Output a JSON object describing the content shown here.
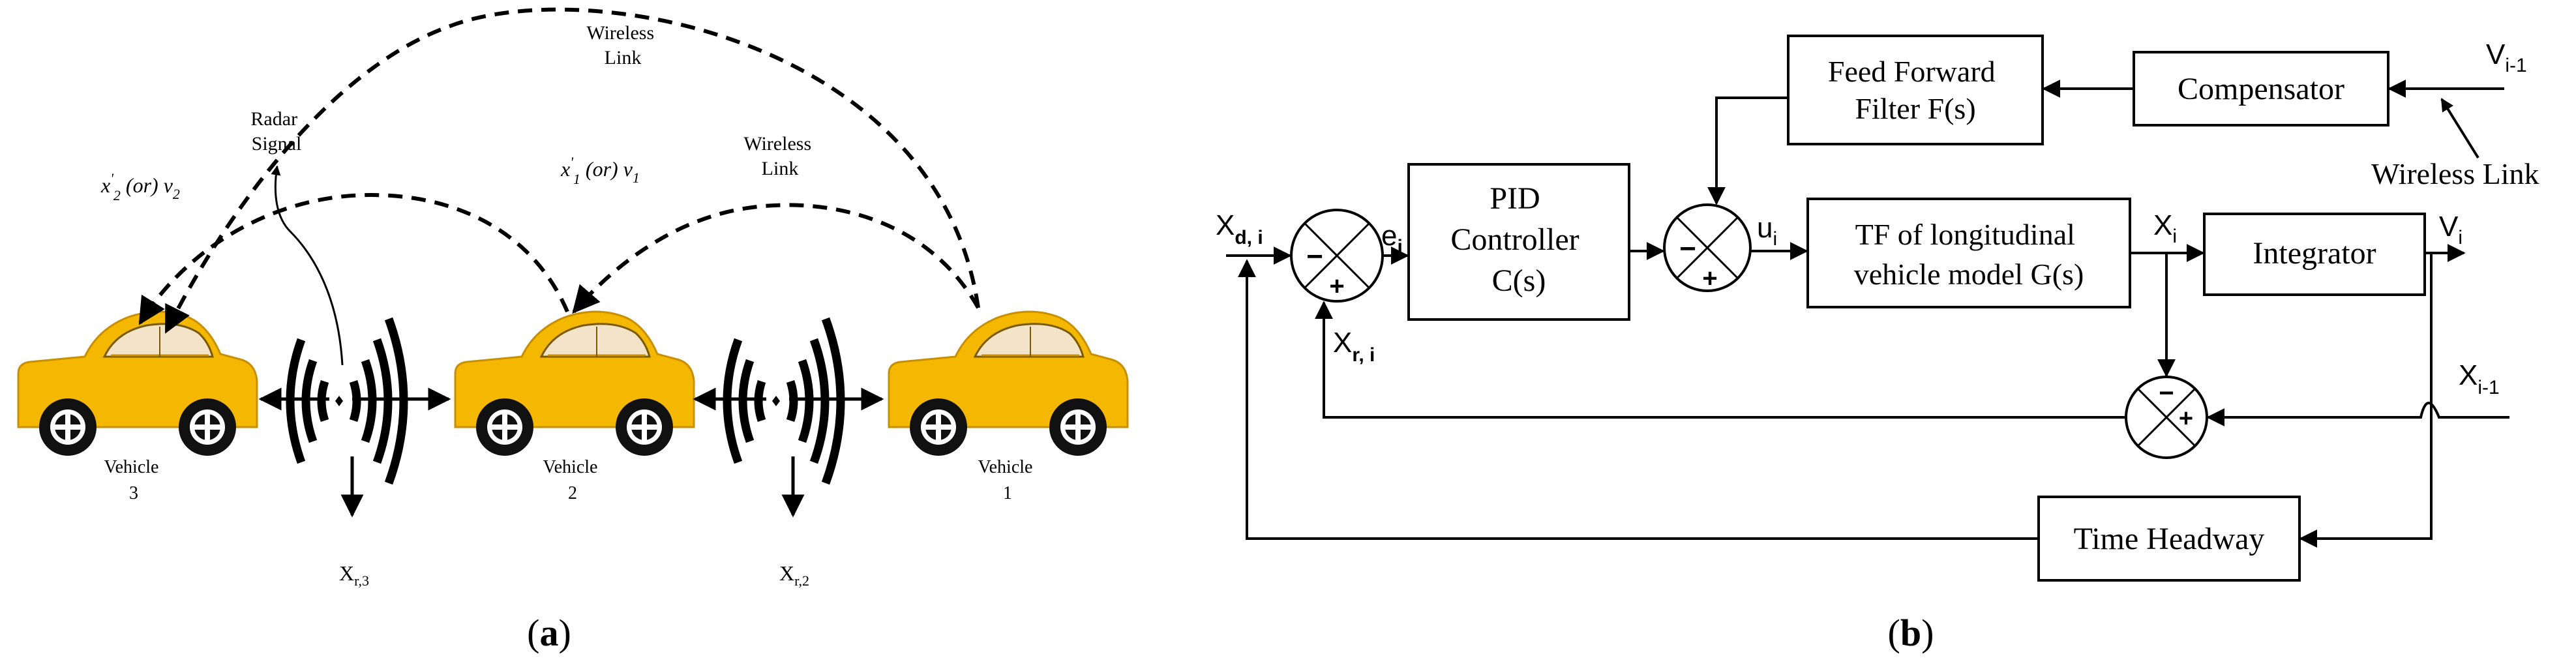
{
  "panel_a": {
    "caption_label": "a",
    "wireless_link_top": [
      "Wireless",
      "Link"
    ],
    "wireless_link_mid": [
      "Wireless",
      "Link"
    ],
    "radar_signal": [
      "Radar",
      "Signal"
    ],
    "state_label_2": {
      "main": "x",
      "prime": "'",
      "sub": "2",
      "mid": " (or) ",
      "v": "v",
      "vsub": "2"
    },
    "state_label_1": {
      "main": "x",
      "prime": "'",
      "sub": "1",
      "mid": " (or) ",
      "v": "v",
      "vsub": "1"
    },
    "vehicle_3": [
      "Vehicle",
      "3"
    ],
    "vehicle_2": [
      "Vehicle",
      "2"
    ],
    "vehicle_1": [
      "Vehicle",
      "1"
    ],
    "xr3": {
      "main": "X",
      "sub": "r,3"
    },
    "xr2": {
      "main": "X",
      "sub": "r,2"
    },
    "colors": {
      "car_body": "#F5B800",
      "car_body_dark": "#D49A00",
      "windshield": "#F3E3C8",
      "ink": "#000000"
    }
  },
  "panel_b": {
    "caption_label": "b",
    "blocks": {
      "feed_forward": [
        "Feed Forward",
        "Filter F(s)"
      ],
      "compensator": "Compensator",
      "pid": [
        "PID",
        "Controller",
        "C(s)"
      ],
      "tf_model": [
        "TF of longitudinal",
        "vehicle model G(s)"
      ],
      "integrator": "Integrator",
      "time_headway": "Time Headway"
    },
    "signals": {
      "x_d_i": {
        "main": "X",
        "sub": "d, i"
      },
      "e_i": {
        "main": "e",
        "sub": "i"
      },
      "u_i": {
        "main": "u",
        "sub": "i"
      },
      "x_i": {
        "main": "X",
        "sub": "i"
      },
      "v_i": {
        "main": "V",
        "sub": "i"
      },
      "v_i_minus_1": {
        "main": "V",
        "sub": "i-1"
      },
      "x_r_i": {
        "main": "X",
        "sub": "r, i"
      },
      "x_i_minus_1": {
        "main": "X",
        "sub": "i-1"
      },
      "wireless_link": "Wireless Link"
    },
    "signs": {
      "minus": "−",
      "plus": "+"
    }
  }
}
